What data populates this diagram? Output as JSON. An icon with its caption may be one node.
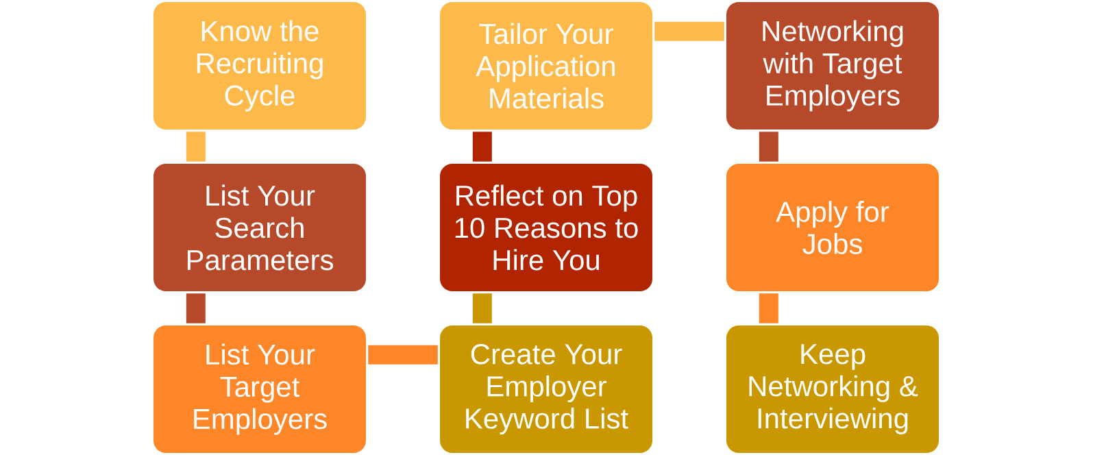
{
  "diagram": {
    "nodes": [
      {
        "text": [
          "Know the Recruiting Cycle"
        ]
      },
      {
        "text": [
          "Tailor Your Application Materials"
        ]
      },
      {
        "text": [
          "Networking with Target Employers"
        ]
      },
      {
        "text": [
          "List Your Search Parameters"
        ]
      },
      {
        "text": [
          "Reflect on Top 10 Reasons to Hire You"
        ]
      },
      {
        "text": [
          "Apply for Jobs"
        ]
      },
      {
        "text": [
          "List Your Target Employers"
        ]
      },
      {
        "text": [
          "Create Your Employer Keyword List"
        ]
      },
      {
        "text": [
          "Keep Networking & Interviewing"
        ]
      }
    ],
    "edges": [
      {
        "from": 0,
        "to": 3,
        "arrow": "none",
        "color": "#fdba4b"
      },
      {
        "from": 3,
        "to": 6,
        "arrow": "none",
        "color": "#b5492a"
      },
      {
        "from": 6,
        "to": 7,
        "arrow": "none",
        "color": "#fd8628"
      },
      {
        "from": 7,
        "to": 4,
        "arrow": "none",
        "color": "#c99800"
      },
      {
        "from": 4,
        "to": 1,
        "arrow": "none",
        "color": "#b02500"
      },
      {
        "from": 1,
        "to": 2,
        "arrow": "none",
        "color": "#fdba4b"
      },
      {
        "from": 2,
        "to": 5,
        "arrow": "none",
        "color": "#b5492a"
      },
      {
        "from": 5,
        "to": 8,
        "arrow": "none",
        "color": "#fd8628"
      }
    ]
  }
}
